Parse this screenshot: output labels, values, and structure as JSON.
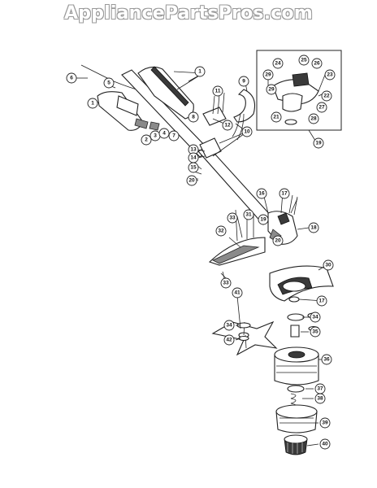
{
  "watermark": "AppliancePartsPros.com",
  "callouts": [
    "1",
    "2",
    "3",
    "4",
    "5",
    "6",
    "7",
    "8",
    "9",
    "10",
    "11",
    "12",
    "13",
    "14",
    "15",
    "16",
    "17",
    "18",
    "19",
    "20",
    "21",
    "22",
    "23",
    "24",
    "25",
    "26",
    "27",
    "28",
    "29",
    "30",
    "31",
    "32",
    "33",
    "34",
    "35",
    "36",
    "37",
    "38",
    "39",
    "40",
    "41",
    "42"
  ]
}
